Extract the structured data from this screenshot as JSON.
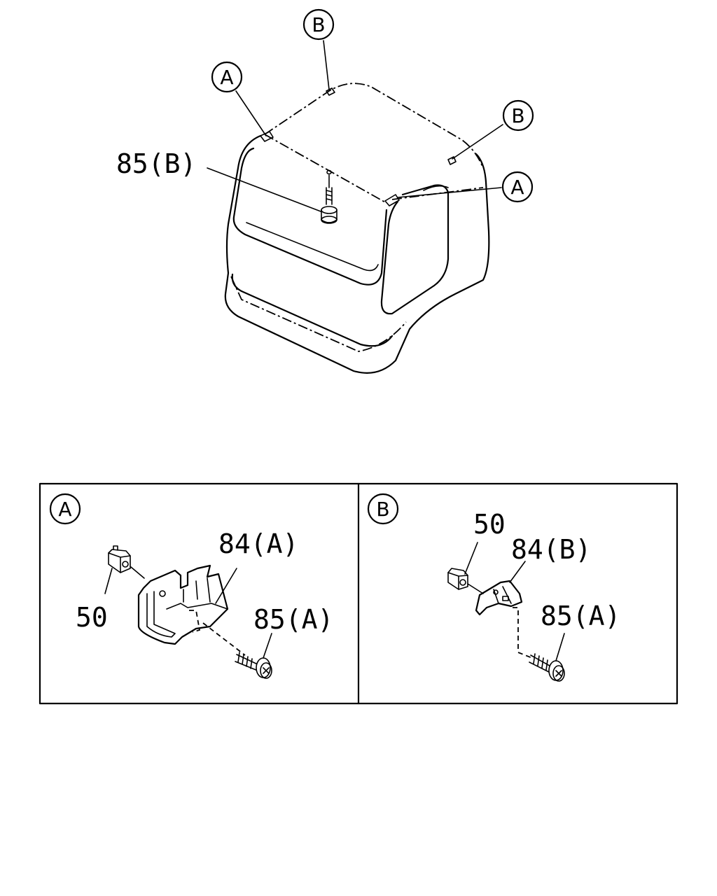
{
  "callouts": {
    "top_b_1": "B",
    "top_a_1": "A",
    "top_b_2": "B",
    "top_a_2": "A",
    "part_85b": "85(B)"
  },
  "detail_a": {
    "title": "A",
    "part_50": "50",
    "part_84a": "84(A)",
    "part_85a": "85(A)"
  },
  "detail_b": {
    "title": "B",
    "part_50": "50",
    "part_84b": "84(B)",
    "part_85a": "85(A)"
  }
}
